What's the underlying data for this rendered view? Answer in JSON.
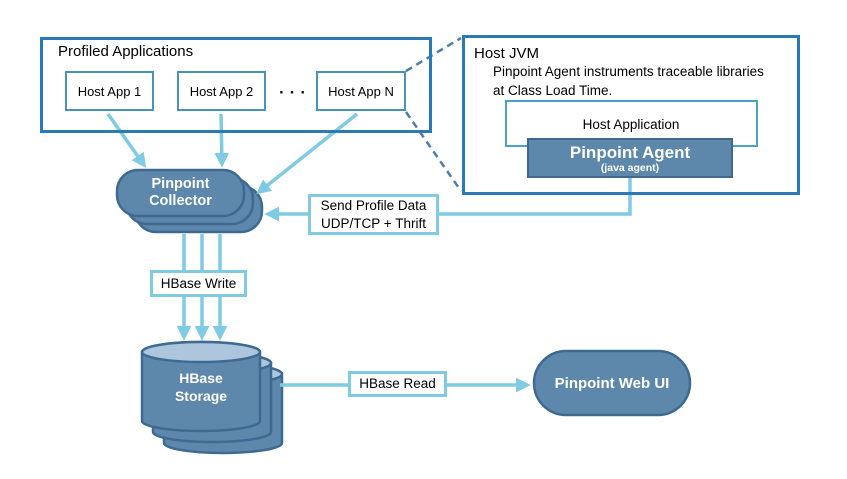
{
  "diagram": {
    "profiled_applications": {
      "title": "Profiled Applications",
      "apps": [
        "Host App 1",
        "Host App 2",
        "Host App N"
      ],
      "ellipsis": "···"
    },
    "host_jvm": {
      "title": "Host JVM",
      "description_line1": "Pinpoint Agent instruments traceable libraries",
      "description_line2": "at Class Load Time.",
      "host_application_label": "Host Application",
      "agent_label": "Pinpoint Agent",
      "agent_sublabel": "(java agent)"
    },
    "collector": {
      "line1": "Pinpoint",
      "line2": "Collector"
    },
    "storage": {
      "line1": "HBase",
      "line2": "Storage"
    },
    "web_ui_label": "Pinpoint Web UI",
    "edge_labels": {
      "send_profile_line1": "Send Profile Data",
      "send_profile_line2": "UDP/TCP + Thrift",
      "hbase_write": "HBase Write",
      "hbase_read": "HBase Read"
    },
    "colors": {
      "outer_box_border": "#2b7ab8",
      "inner_box_border": "#4993b8",
      "host_application_border": "#4aa3c2",
      "connector_light_blue": "#7ecbe3",
      "dashed_connector": "#4d7ea7",
      "node_fill": "#5d87ab",
      "node_stroke": "#3e6a92",
      "cylinder_top_fill": "#aec6dd",
      "node_text": "#ffffff"
    }
  }
}
